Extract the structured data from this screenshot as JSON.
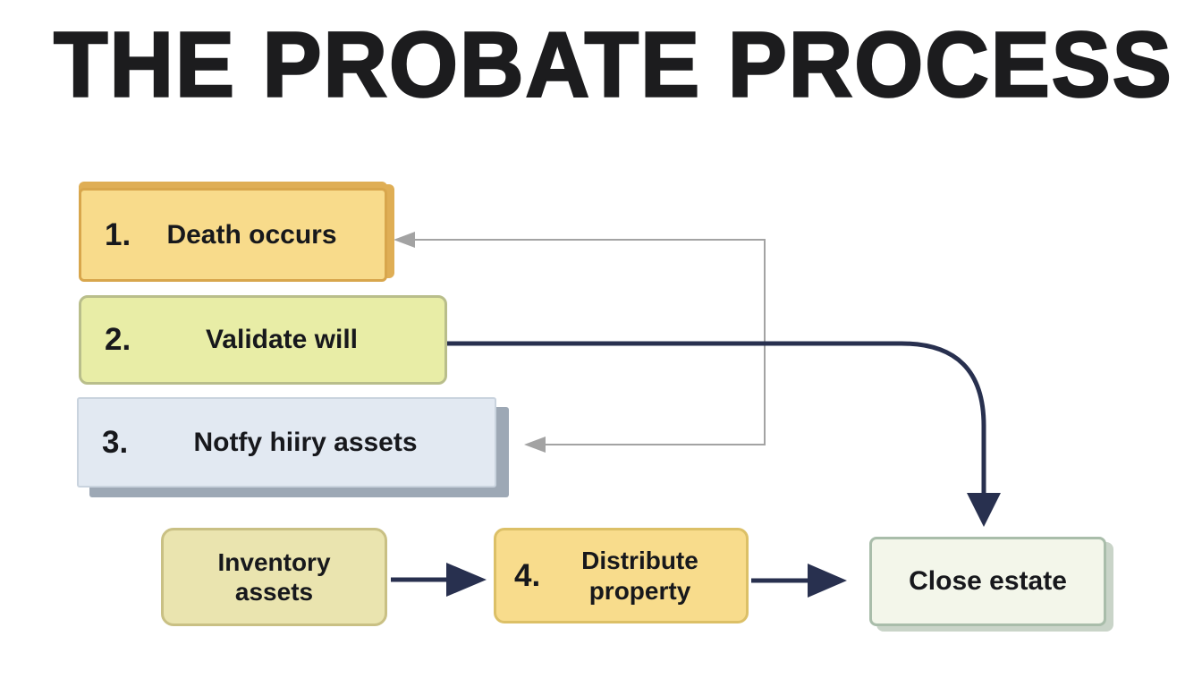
{
  "title": "THE PROBATE PROCESS",
  "palette": {
    "navy": "#28304f",
    "gray_arrow": "#a3a3a3",
    "text": "#17181c",
    "title_color": "#1c1c1e"
  },
  "boxes": {
    "death": {
      "number": "1.",
      "label": "Death occurs",
      "fill": "#f8db8b"
    },
    "validate": {
      "number": "2.",
      "label": "Validate will",
      "fill": "#e8eda6"
    },
    "notify": {
      "number": "3.",
      "label": "Notfy hiiry assets",
      "fill": "#e2e9f2"
    },
    "inventory": {
      "label": "Inventory\nassets",
      "fill": "#eae4af"
    },
    "distribute": {
      "number": "4.",
      "label": "Distribute\nproperty",
      "fill": "#f8dc8c"
    },
    "close": {
      "label": "Close estate",
      "fill": "#f3f6ea"
    }
  }
}
